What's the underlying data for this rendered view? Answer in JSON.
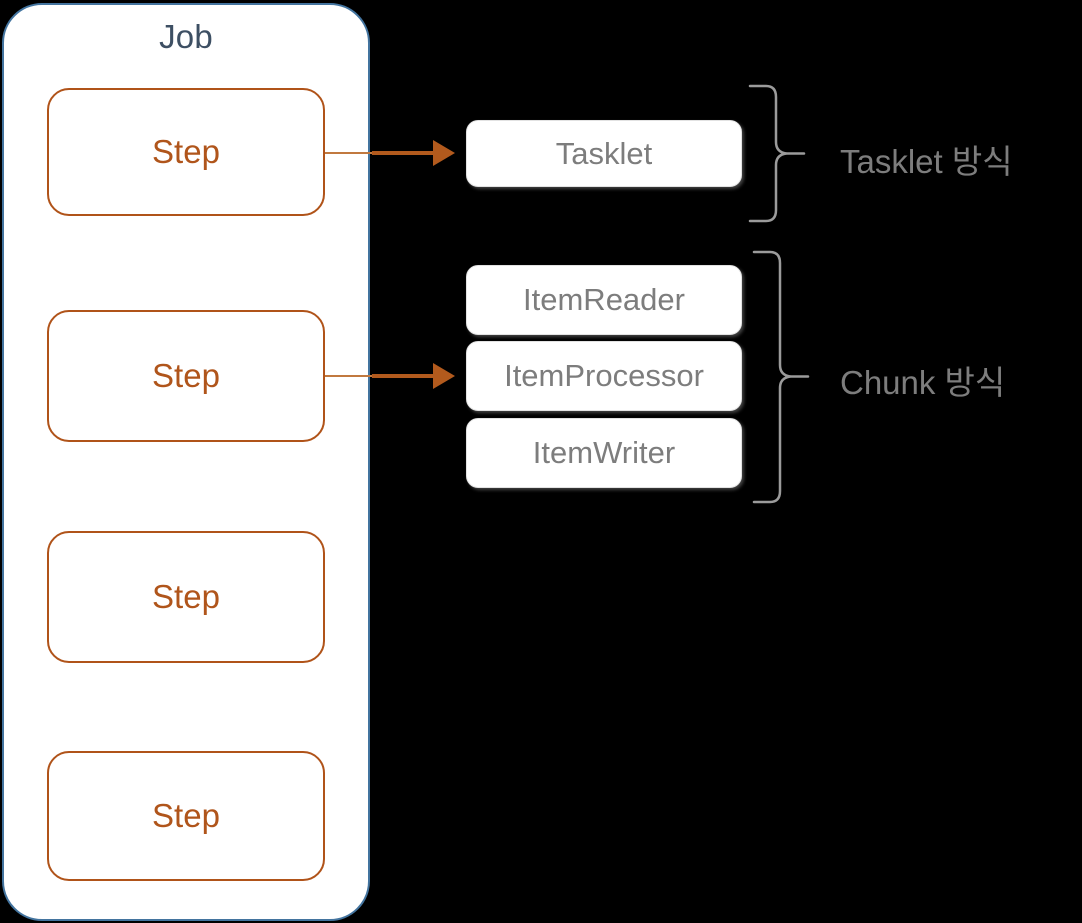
{
  "diagram": {
    "background_color": "#000000",
    "job": {
      "title": "Job",
      "title_color": "#3d4f63",
      "border_color": "#43749f",
      "fill_color": "#ffffff",
      "steps": [
        {
          "label": "Step"
        },
        {
          "label": "Step"
        },
        {
          "label": "Step"
        },
        {
          "label": "Step"
        }
      ],
      "step_border_color": "#b05319",
      "step_text_color": "#b0551b"
    },
    "components": {
      "tasklet": [
        {
          "label": "Tasklet"
        }
      ],
      "chunk": [
        {
          "label": "ItemReader"
        },
        {
          "label": "ItemProcessor"
        },
        {
          "label": "ItemWriter"
        }
      ],
      "box_text_color": "#7d7d7d",
      "box_fill_color": "#ffffff",
      "box_border_color": "#e2e2e2"
    },
    "group_labels": [
      {
        "label": "Tasklet 방식"
      },
      {
        "label": "Chunk 방식"
      }
    ],
    "group_label_color": "#7d7d7d",
    "connectors": [
      {
        "from": "step-1",
        "to": "tasklet",
        "color": "#b25a1d"
      },
      {
        "from": "step-2",
        "to": "item-processor",
        "color": "#b25a1d"
      }
    ],
    "brace_color": "#9b9b9b"
  }
}
